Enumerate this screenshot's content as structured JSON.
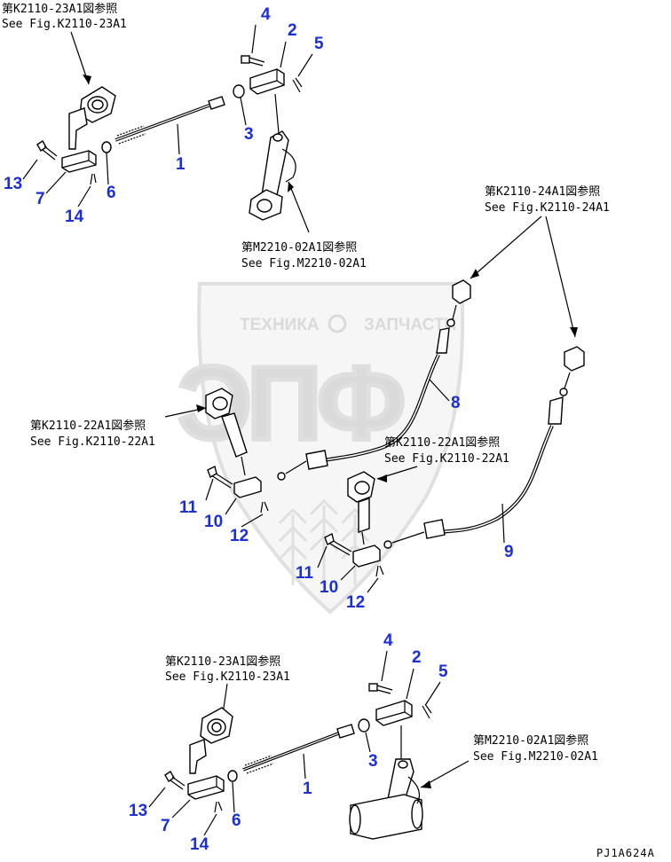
{
  "references": {
    "fig_k2110_23a1": {
      "jp": "第K2110-23A1図参照",
      "en": "See Fig.K2110-23A1"
    },
    "fig_m2210_02a1": {
      "jp": "第M2210-02A1図参照",
      "en": "See Fig.M2210-02A1"
    },
    "fig_k2110_24a1": {
      "jp": "第K2110-24A1図参照",
      "en": "See Fig.K2110-24A1"
    },
    "fig_k2110_22a1": {
      "jp": "第K2110-22A1図参照",
      "en": "See Fig.K2110-22A1"
    }
  },
  "callouts": {
    "n1": "1",
    "n2": "2",
    "n3": "3",
    "n4": "4",
    "n5": "5",
    "n6": "6",
    "n7": "7",
    "n8": "8",
    "n9": "9",
    "n10": "10",
    "n11": "11",
    "n12": "12",
    "n13": "13",
    "n14": "14"
  },
  "watermark": {
    "line1": "ТЕХНИКА",
    "line2": "ЗАПЧАСТИ",
    "logo": "ЭПФ"
  },
  "drawing_code": "PJ1A624A",
  "colors": {
    "callout": "#1a2fd6",
    "ink": "#000000",
    "watermark": "#bdbdbd"
  }
}
